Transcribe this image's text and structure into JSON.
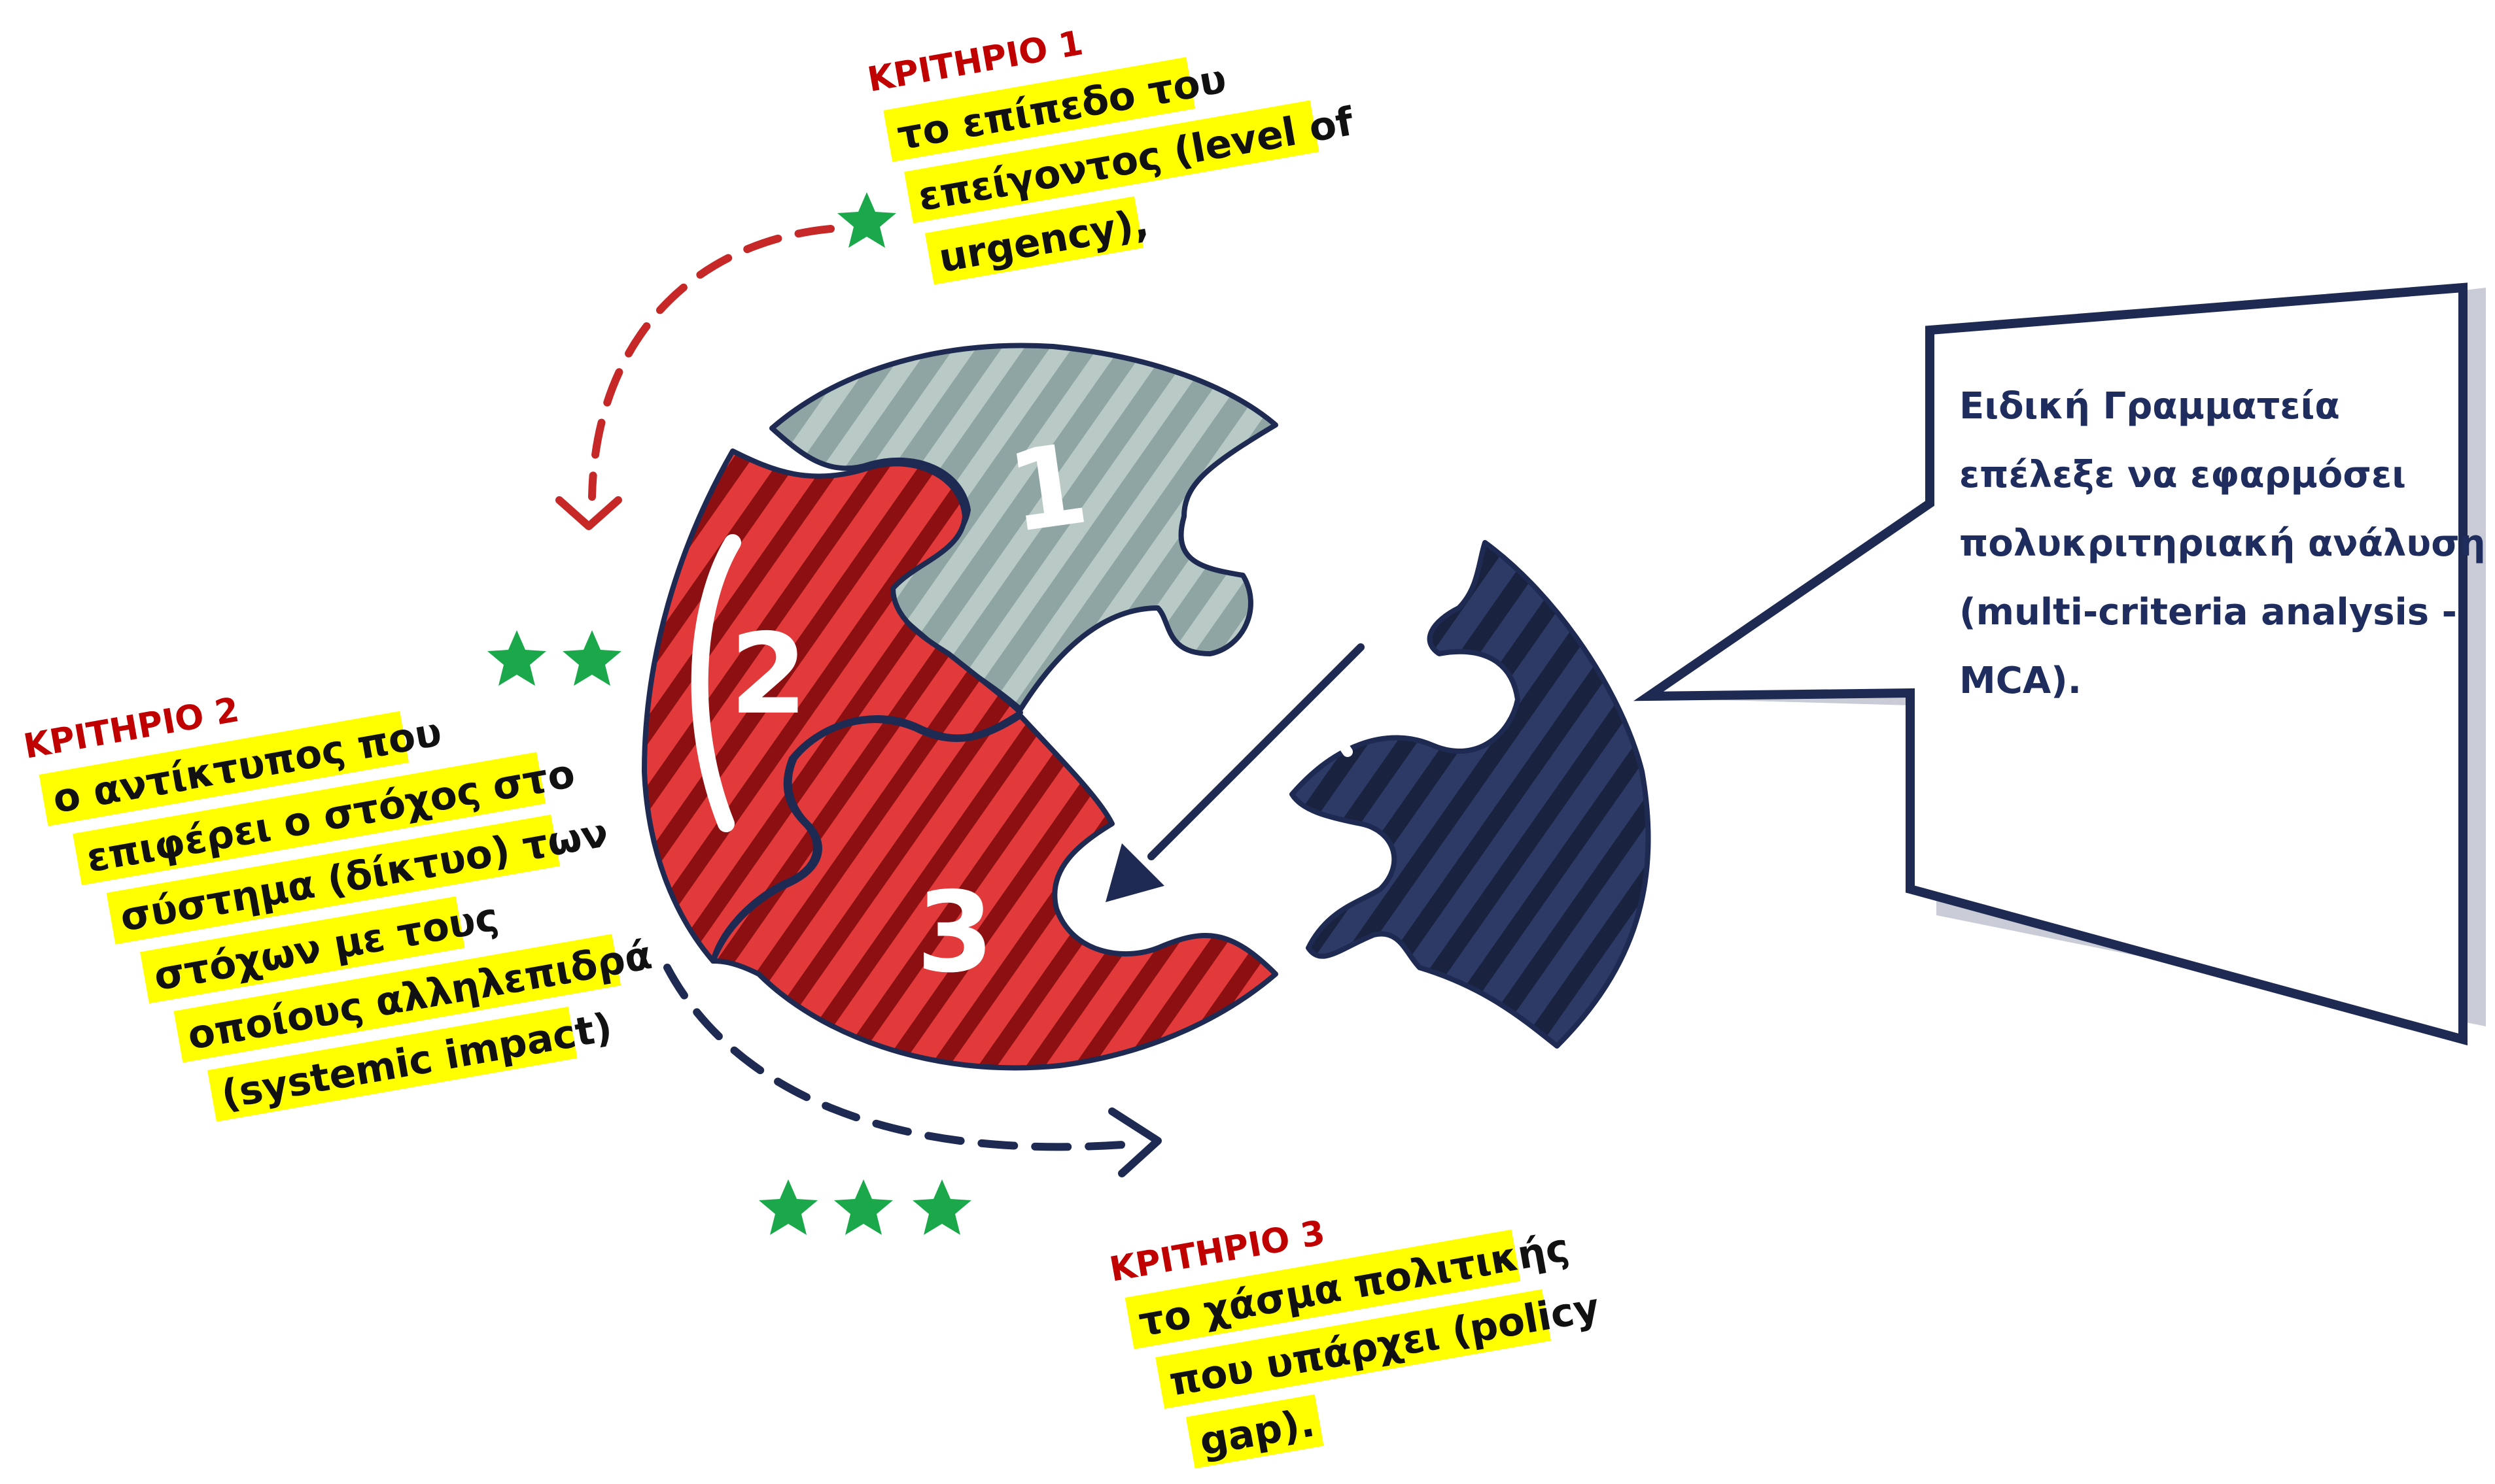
{
  "criteria": [
    {
      "title": "ΚΡΙΤΗΡΙΟ 1",
      "lines": [
        "το επίπεδο του",
        "επείγοντος (level of",
        "urgency),"
      ],
      "stars": 1
    },
    {
      "title": "ΚΡΙΤΗΡΙΟ 2",
      "lines": [
        "ο αντίκτυπος που",
        "επιφέρει ο στόχος στο",
        "σύστημα (δίκτυο) των",
        "στόχων με τους",
        "οποίους αλληλεπιδρά",
        "(systemic impact)"
      ],
      "stars": 2
    },
    {
      "title": "ΚΡΙΤΗΡΙΟ 3",
      "lines": [
        "το χάσμα πολιτικής",
        "που υπάρχει (policy",
        "gap)."
      ],
      "stars": 3
    }
  ],
  "puzzle": {
    "piece_numbers": [
      "1",
      "2",
      "3"
    ]
  },
  "bubble": {
    "lines": [
      "Ειδική Γραμματεία",
      "επέλεξε να εφαρμόσει",
      "πολυκριτηριακή ανάλυση",
      "(multi-criteria analysis -",
      "MCA)."
    ]
  },
  "colors": {
    "highlight": "#ffff00",
    "title_red": "#c00000",
    "piece1": "#8fa5a3",
    "piece_red": "#e23a3a",
    "piece_navy": "#1e2a52",
    "star_green": "#1aa84a",
    "bubble_text": "#1f2d5e"
  }
}
